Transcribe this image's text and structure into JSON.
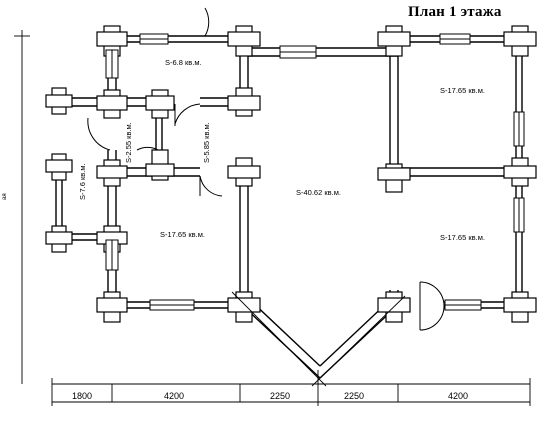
{
  "title": "План 1 этажа",
  "rooms": {
    "r1": "S-6.8 кв.м.",
    "r2": "S-17.65 кв.м.",
    "r3": "S-40.62 кв.м.",
    "r4": "S-17.65 кв.м.",
    "r5": "S-17.65 кв.м.",
    "r6": "S-2.55 кв.м.",
    "r7": "S-5.85 кв.м.",
    "r8": "S-7.6 кв.м."
  },
  "dimensions": [
    "1800",
    "4200",
    "2250",
    "2250",
    "4200"
  ],
  "side_label": "ая"
}
